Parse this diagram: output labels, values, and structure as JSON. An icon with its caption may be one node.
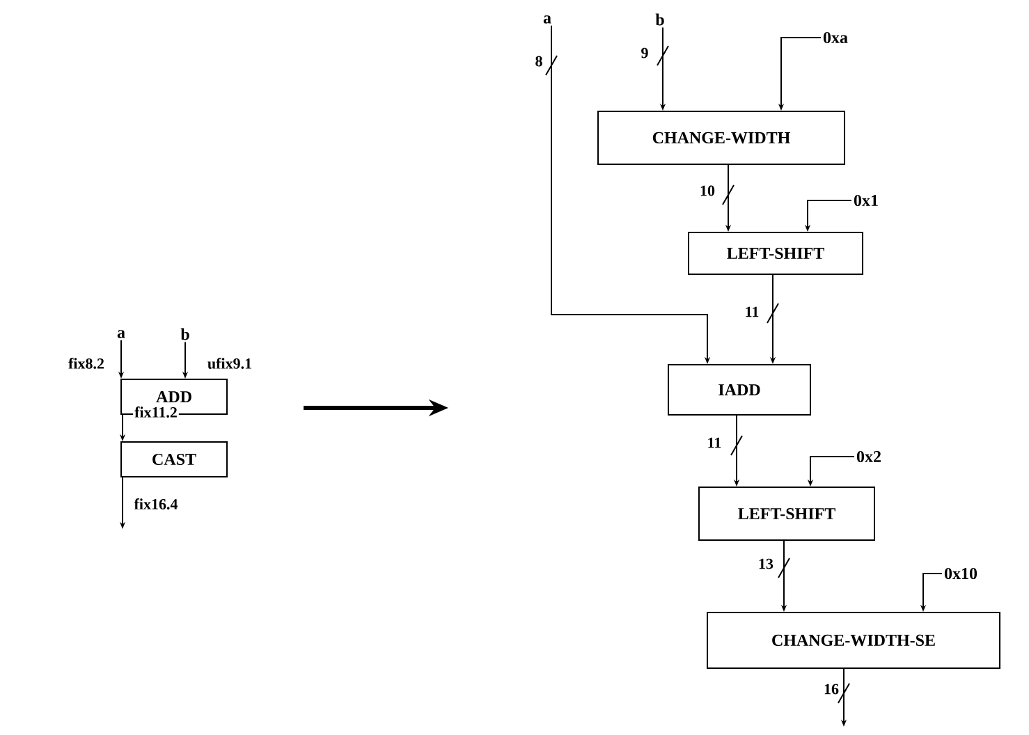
{
  "diagram": {
    "nodes": [
      {
        "text": [
          "a"
        ]
      },
      {
        "text": [
          "b"
        ]
      },
      {
        "text": [
          "ADD"
        ]
      },
      {
        "text": [
          "CAST"
        ]
      },
      {
        "text": [
          "a"
        ]
      },
      {
        "text": [
          "b"
        ]
      },
      {
        "text": [
          "0xa"
        ]
      },
      {
        "text": [
          "CHANGE-WIDTH"
        ]
      },
      {
        "text": [
          "0x1"
        ]
      },
      {
        "text": [
          "LEFT-SHIFT"
        ]
      },
      {
        "text": [
          "IADD"
        ]
      },
      {
        "text": [
          "0x2"
        ]
      },
      {
        "text": [
          "LEFT-SHIFT"
        ]
      },
      {
        "text": [
          "0x10"
        ]
      },
      {
        "text": [
          "CHANGE-WIDTH-SE"
        ]
      }
    ],
    "edges": [
      {
        "from": 0,
        "to": 2,
        "arrow": "to",
        "label": "fix8.2"
      },
      {
        "from": 1,
        "to": 2,
        "arrow": "to",
        "label": "ufix9.1"
      },
      {
        "from": 2,
        "to": 3,
        "arrow": "to",
        "label": "fix11.2"
      },
      {
        "from": 3,
        "to": null,
        "arrow": "to",
        "label": "fix16.4"
      },
      {
        "from": 4,
        "to": 10,
        "arrow": "to",
        "label": "8"
      },
      {
        "from": 5,
        "to": 7,
        "arrow": "to",
        "label": "9"
      },
      {
        "from": 6,
        "to": 7,
        "arrow": "to"
      },
      {
        "from": 7,
        "to": 9,
        "arrow": "to",
        "label": "10"
      },
      {
        "from": 8,
        "to": 9,
        "arrow": "to"
      },
      {
        "from": 9,
        "to": 10,
        "arrow": "to",
        "label": "11"
      },
      {
        "from": 10,
        "to": 12,
        "arrow": "to",
        "label": "11"
      },
      {
        "from": 11,
        "to": 12,
        "arrow": "to"
      },
      {
        "from": 12,
        "to": 14,
        "arrow": "to",
        "label": "13"
      },
      {
        "from": 13,
        "to": 14,
        "arrow": "to"
      },
      {
        "from": 14,
        "to": null,
        "arrow": "to",
        "label": "16"
      }
    ]
  }
}
